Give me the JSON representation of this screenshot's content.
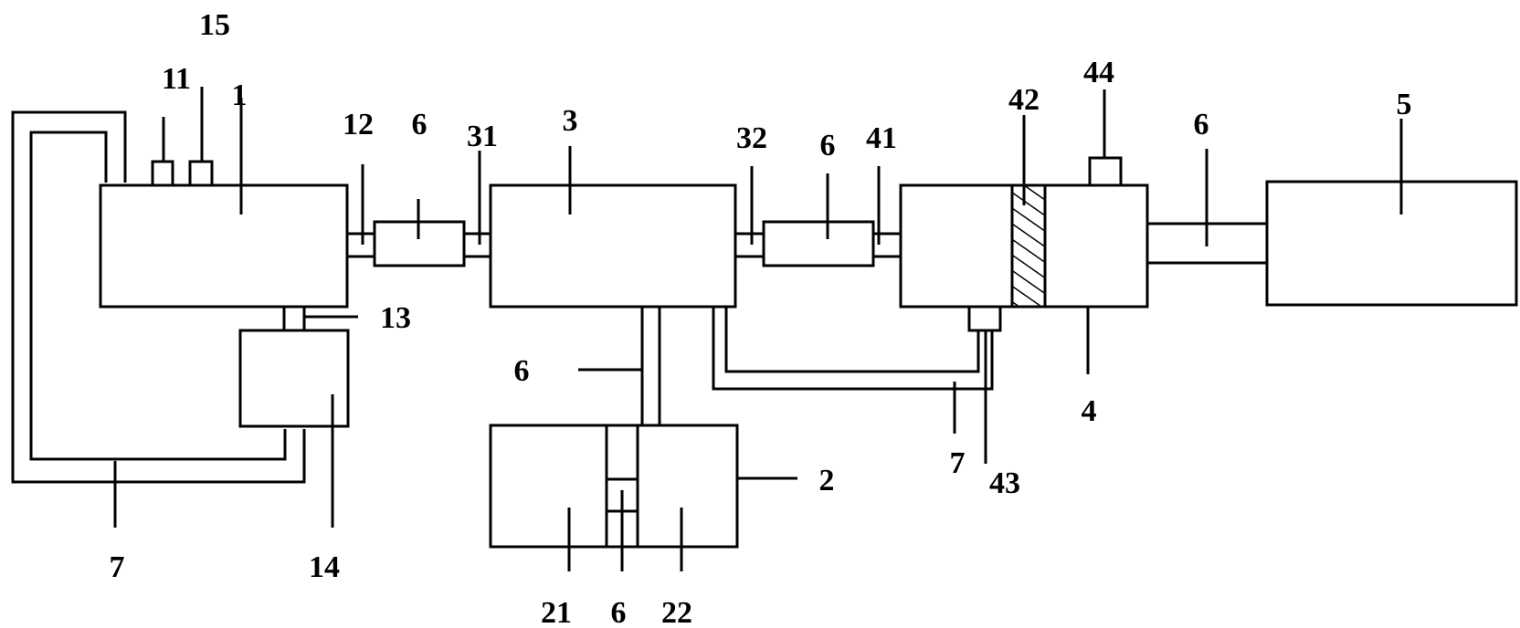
{
  "labels": {
    "l1": "1",
    "l2": "2",
    "l3": "3",
    "l4": "4",
    "l5": "5",
    "l6_a": "6",
    "l6_b": "6",
    "l6_c": "6",
    "l6_d": "6",
    "l6_e": "6",
    "l7_a": "7",
    "l7_b": "7",
    "l11": "11",
    "l12": "12",
    "l13": "13",
    "l14": "14",
    "l15": "15",
    "l21": "21",
    "l22": "22",
    "l31": "31",
    "l32": "32",
    "l41": "41",
    "l42": "42",
    "l43": "43",
    "l44": "44"
  },
  "colors": {
    "line": "#000000",
    "background": "#ffffff"
  }
}
